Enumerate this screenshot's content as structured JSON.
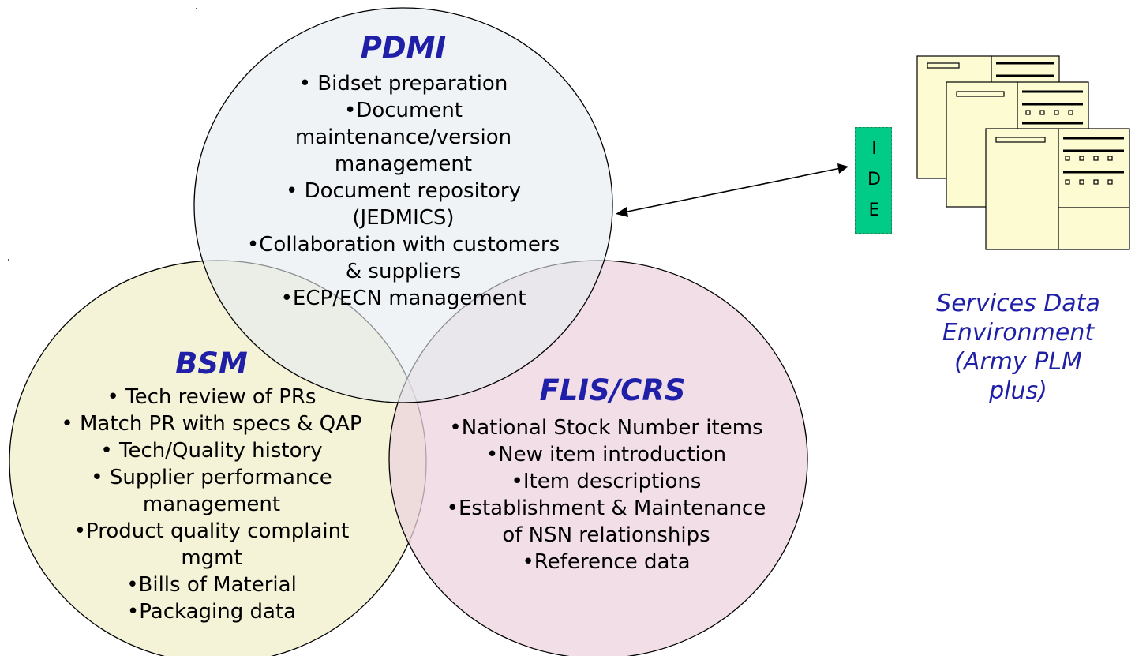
{
  "circles": {
    "pdmi": {
      "title": "PDMI",
      "lines": [
        "• Bidset preparation",
        "•Document",
        "maintenance/version",
        "management",
        "• Document repository",
        "(JEDMICS)",
        "•Collaboration with customers",
        "& suppliers",
        "•ECP/ECN management"
      ],
      "fill": "#e9eff3"
    },
    "bsm": {
      "title": "BSM",
      "lines": [
        "• Tech review of PRs",
        "• Match PR with specs & QAP",
        "• Tech/Quality history",
        "• Supplier performance",
        "management",
        "•Product quality complaint",
        "mgmt",
        "•Bills of Material",
        "•Packaging data"
      ],
      "fill": "#f2f0d0"
    },
    "flis": {
      "title": "FLIS/CRS",
      "lines": [
        "•National Stock Number items",
        "•New item introduction",
        "•Item descriptions",
        "•Establishment & Maintenance",
        "of NSN relationships",
        "•Reference data"
      ],
      "fill": "#ecd3dd"
    }
  },
  "ide": {
    "letters": [
      "I",
      "D",
      "E"
    ],
    "fill": "#00cc88"
  },
  "services": {
    "lines": [
      "Services Data",
      "Environment",
      "(Army PLM",
      "plus)"
    ]
  },
  "colors": {
    "title": "#1f1fa8",
    "outline": "#000000",
    "document_fill": "#fdfbd2"
  },
  "icons": [
    "bidirectional-arrow-icon",
    "documents-stack-icon"
  ]
}
